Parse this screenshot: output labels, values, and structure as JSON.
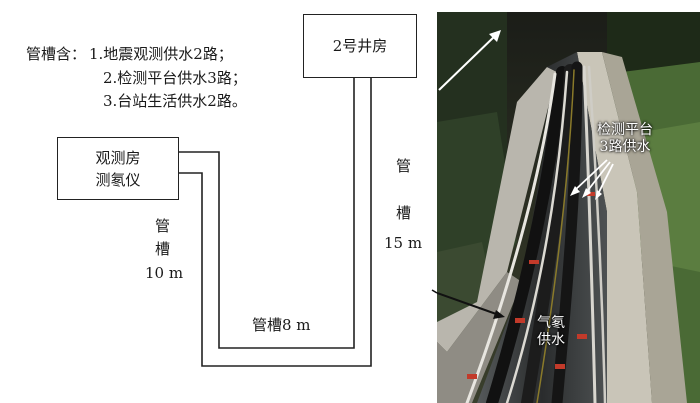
{
  "legend": {
    "heading": "管槽含：",
    "items": [
      "1.地震观测供水2路；",
      "2.检测平台供水3路；",
      "3.台站生活供水2路。"
    ]
  },
  "boxes": {
    "well_house": "2号井房",
    "obs_room_line1": "观测房",
    "obs_room_line2": "测氡仪"
  },
  "labels": {
    "left_trough_line1": "管",
    "left_trough_line2": "槽",
    "left_trough_line3": "10 m",
    "bottom_trough": "管槽8 m",
    "right_trough_line1": "管",
    "right_trough_line2": "槽",
    "right_trough_line3": "15 m"
  },
  "photo_labels": {
    "platform_line1": "检测平台",
    "platform_line2": "3路供水",
    "radon_line1": "气氡",
    "radon_line2": "供水"
  }
}
